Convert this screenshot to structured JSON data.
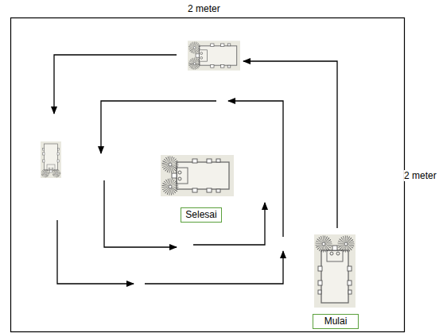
{
  "diagram": {
    "nodes": [
      {
        "text": [
          "Selesai"
        ]
      },
      {
        "text": [
          "Mulai"
        ]
      }
    ],
    "labels": [
      "2 meter",
      "2 meter"
    ]
  }
}
